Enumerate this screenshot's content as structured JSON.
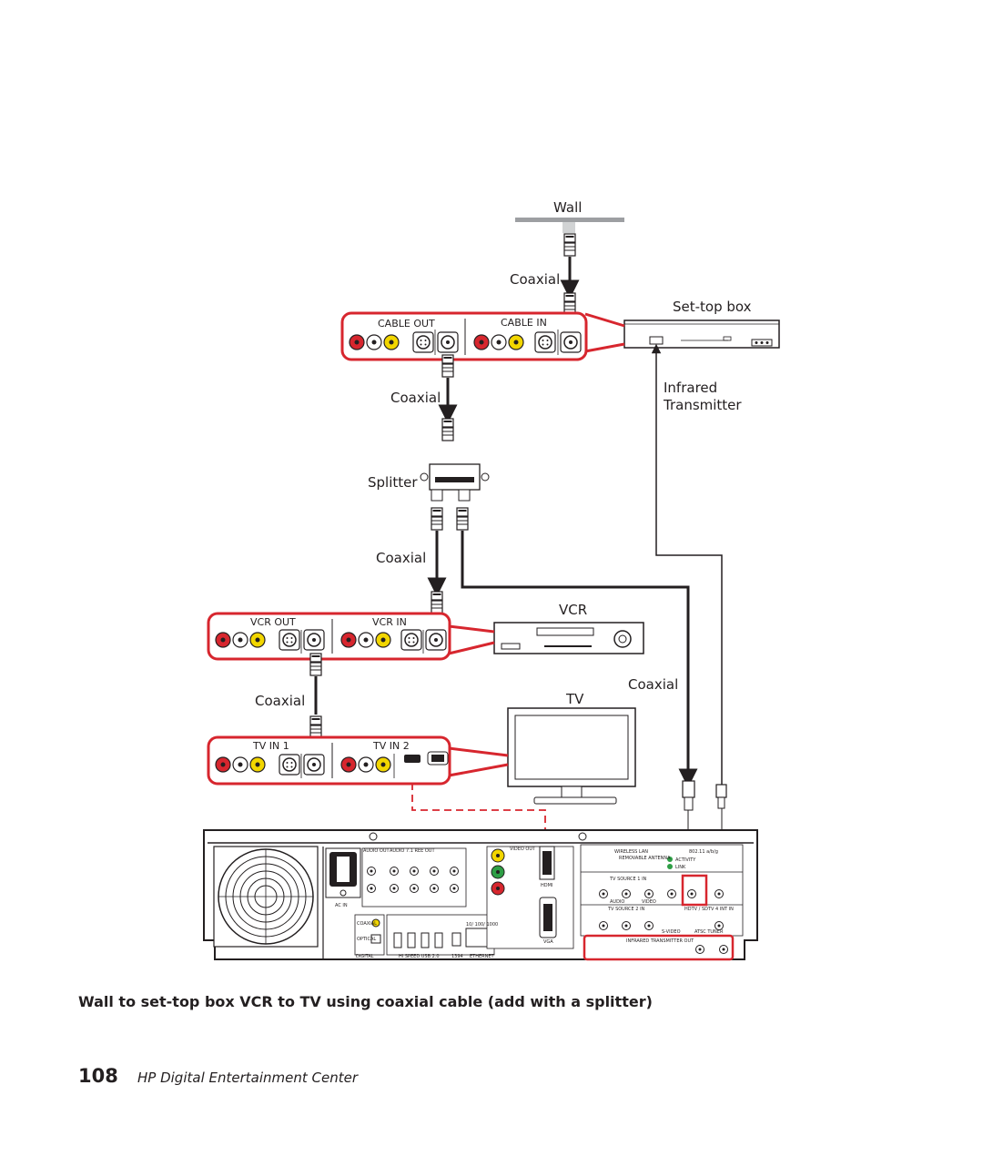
{
  "labels": {
    "wall": "Wall",
    "coaxial_1": "Coaxial",
    "settop_box": "Set-top box",
    "cable_out": "CABLE OUT",
    "cable_in": "CABLE IN",
    "coaxial_2": "Coaxial",
    "infrared": "Infrared",
    "transmitter": "Transmitter",
    "splitter": "Splitter",
    "coaxial_3": "Coaxial",
    "vcr": "VCR",
    "vcr_out": "VCR OUT",
    "vcr_in": "VCR IN",
    "coaxial_4": "Coaxial",
    "coaxial_5": "Coaxial",
    "tv": "TV",
    "tv_in_1": "TV IN 1",
    "tv_in_2": "TV IN 2"
  },
  "rear_panel": {
    "audio_out": "AUDIO OUT",
    "audio_71": "AUDIO 7.1 REE OUT",
    "video_out": "VIDEO OUT",
    "wireless_lan": "WIRELESS LAN",
    "wlan_std": "802.11 a/b/g",
    "removable_antenna": "REMOVABLE ANTENNA",
    "activity": "ACTIVITY",
    "link": "LINK",
    "tv_source_1": "TV SOURCE 1 IN",
    "tv_source_2": "TV SOURCE 2 IN",
    "hdtv": "HDTV / SDTV 4 INT IN",
    "audio": "AUDIO",
    "video": "VIDEO",
    "svideo": "S-VIDEO",
    "atsc": "ATSC TUNER",
    "infrared_out": "INFRARED TRANSMITTER OUT",
    "ac_in": "AC IN",
    "hi_speed_usb": "HI SPEED USB 2.0",
    "ieee1394": "1394",
    "ethernet": "ETHERNET",
    "digital": "DIGITAL",
    "coaxial": "COAXIAL",
    "optical": "OPTICAL",
    "hdmi": "HDMI",
    "vga": "VGA",
    "eth_speed": "10/ 100/ 1000"
  },
  "caption": "Wall to set-top box VCR to TV using coaxial cable (add with a splitter)",
  "footer": {
    "page_number": "108",
    "title": "HP Digital Entertainment Center"
  },
  "colors": {
    "accent_red": "#d7262e",
    "cable": "#231f20",
    "wall": "#9d9fa2",
    "jack_yellow": "#f2d600"
  }
}
